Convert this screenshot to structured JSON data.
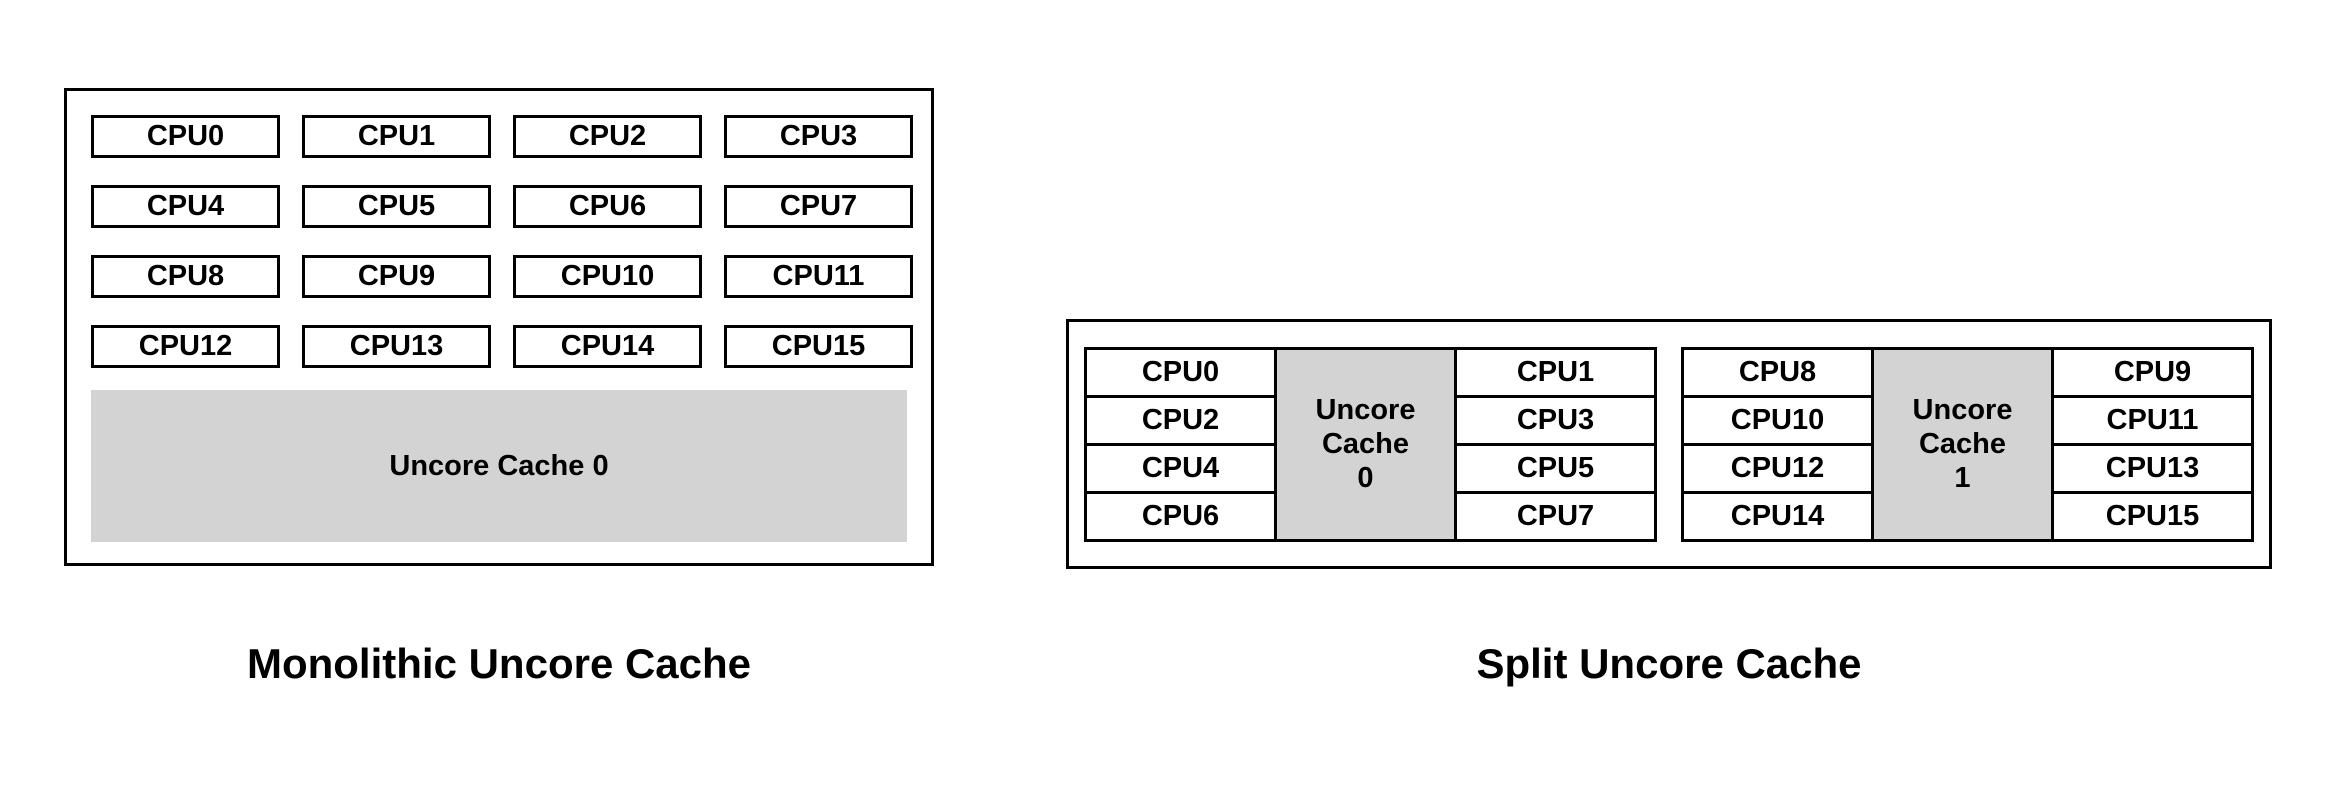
{
  "monolithic": {
    "caption": "Monolithic Uncore Cache",
    "cpus": [
      "CPU0",
      "CPU1",
      "CPU2",
      "CPU3",
      "CPU4",
      "CPU5",
      "CPU6",
      "CPU7",
      "CPU8",
      "CPU9",
      "CPU10",
      "CPU11",
      "CPU12",
      "CPU13",
      "CPU14",
      "CPU15"
    ],
    "cache_label": "Uncore Cache 0"
  },
  "split": {
    "caption": "Split Uncore Cache",
    "clusters": [
      {
        "left_cpus": [
          "CPU0",
          "CPU2",
          "CPU4",
          "CPU6"
        ],
        "cache_lines": [
          "Uncore",
          "Cache",
          "0"
        ],
        "right_cpus": [
          "CPU1",
          "CPU3",
          "CPU5",
          "CPU7"
        ]
      },
      {
        "left_cpus": [
          "CPU8",
          "CPU10",
          "CPU12",
          "CPU14"
        ],
        "cache_lines": [
          "Uncore",
          "Cache",
          "1"
        ],
        "right_cpus": [
          "CPU9",
          "CPU11",
          "CPU13",
          "CPU15"
        ]
      }
    ]
  },
  "colors": {
    "cache_fill": "#d3d3d3",
    "border": "#000000",
    "background": "#ffffff"
  }
}
